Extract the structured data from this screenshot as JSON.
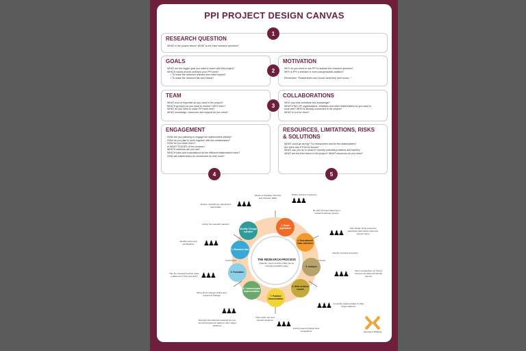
{
  "title": "PPI PROJECT DESIGN CANVAS",
  "numbers": [
    "1",
    "2",
    "3",
    "4",
    "5"
  ],
  "sections": {
    "research_question": {
      "heading": "RESEARCH QUESTION",
      "lines": [
        "WHAT is the project about?    WHAT is the main research question?"
      ]
    },
    "goals": {
      "heading": "GOALS",
      "lines": [
        "WHAT are the bigger goal you want to reach with this project?",
        "WHICH values should underpin your PPI work?"
      ],
      "bullets": [
        "To make the research relevant and make impact?",
        "To make the research fair and ethical?"
      ]
    },
    "motivation": {
      "heading": "MOTIVATION",
      "lines": [
        "WHY do you need to use PPI to answer the research question?",
        "WHY is PPI a relevant or even indispensable addition?",
        "",
        "Remember: \"Researchers don't know what they don't know…\""
      ]
    },
    "team": {
      "heading": "TEAM",
      "lines": [
        "WHAT kind of expertise do you need in the project?",
        "WHICH group(s) do you want to involve? WHY them?",
        "WHAT do you need to make PPI work well?",
        "WHAT knowledge, resources and support do you need?"
      ]
    },
    "collaborations": {
      "heading": "COLLABORATIONS",
      "lines": [
        "WHO can best contribute this knowledge?",
        "WHAT KIND OF organisations, initiatives and other stakeholders do you want to",
        "work with? WHO is already connected to the project?",
        "WHAT is in it for them?"
      ]
    },
    "engagement": {
      "heading": "ENGAGEMENT",
      "lines": [
        "HOW are you planning to engage the stakeholders initially?",
        "HOW do you plan to work together with the collaborators?",
        "HOW do you reach them?",
        "In WHAT STAGES of the process?",
        "WHICH methods will you use?",
        "WHICH roles and expectations do the different stakeholders have?",
        "HOW will stakeholders be reimbursed for their work?"
      ]
    },
    "resources": {
      "heading_1": "RESOURCES, LIMITATIONS, RISKS",
      "heading_2": "& SOLUTIONS",
      "lines": [
        "WHAT could go wrong? For researchers and for the stakeholders?",
        "Are there any ETHICAL issues?",
        "WHAT can you do to avoid it? Identify potential problems and barriers.",
        "WHAT are the time frame in the project? WHAT resources do you need?"
      ]
    }
  },
  "process": {
    "title": "THE RESEARCH PROCESS",
    "subtitle": "Patients, carers and the public can be involved at EVERY stage",
    "nodes": [
      {
        "label": "Identify / Design a project",
        "color": "#2e9a9a"
      },
      {
        "label": "3. Grant Application",
        "color": "#ef6c28"
      },
      {
        "label": "4. Recruitment/ Data collection",
        "color": "#f29a2e"
      },
      {
        "label": "5. Analysis",
        "color": "#b7a46d"
      },
      {
        "label": "6. Write articles/ reports",
        "color": "#c4a838"
      },
      {
        "label": "7. Publish/ Dissemination",
        "color": "#f2d33a"
      },
      {
        "label": "8. Communicate/ Implementation",
        "color": "#6aa86b"
      },
      {
        "label": "9. Evaluation",
        "color": "#8ed0e8"
      },
      {
        "label": "1. Research idea",
        "color": "#3aa7d9"
      }
    ],
    "captions": [
      "Define outcome measures",
      "Advise on Equality, Diversity and Inclusion (EDI)",
      "Ensure methods are ethical and appropriate",
      "Be part of project Steering or research advisory groups",
      "Clarify the research question",
      "Help design study protocols/ participant information /informed consent forms",
      "Identify topics and prioritisation",
      "Identify recruitment barriers",
      "Has the research/method made a difference? How and Why?",
      "Inform researchers on how to interpret the data and identify themes",
      "Bring about change/ Utilise and implement findings",
      "Co-author papers/ adapt to other target audience",
      "Develop informational materials for new services/treatments adapt to other target audience",
      "Help reach new and relevant audience",
      "Jointly present findings Give recognitions"
    ]
  },
  "logo_text": "Neurology & Wellbeing"
}
